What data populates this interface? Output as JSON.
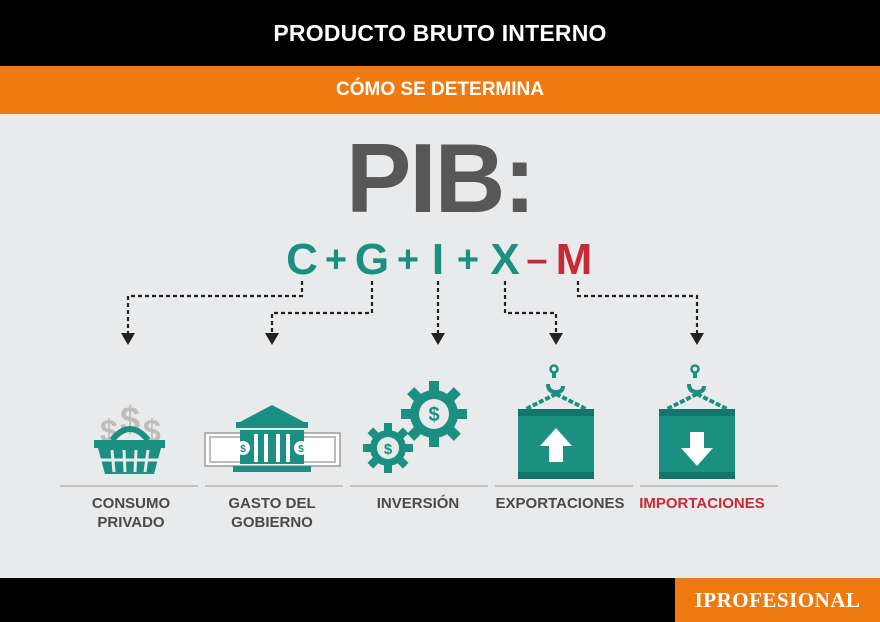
{
  "header": {
    "title": "PRODUCTO BRUTO INTERNO",
    "subtitle": "CÓMO SE DETERMINA"
  },
  "formula": {
    "heading": "PIB:",
    "terms": [
      {
        "symbol": "C"
      },
      {
        "symbol": "+"
      },
      {
        "symbol": "G"
      },
      {
        "symbol": "+"
      },
      {
        "symbol": "I"
      },
      {
        "symbol": "+"
      },
      {
        "symbol": "X"
      },
      {
        "symbol": "–"
      },
      {
        "symbol": "M"
      }
    ]
  },
  "components": [
    {
      "line1": "CONSUMO",
      "line2": "PRIVADO",
      "icon": "shopping-basket-money-icon"
    },
    {
      "line1": "GASTO DEL",
      "line2": "GOBIERNO",
      "icon": "government-building-money-icon"
    },
    {
      "line1": "INVERSIÓN",
      "line2": "",
      "icon": "gears-money-icon"
    },
    {
      "line1": "EXPORTACIONES",
      "line2": "",
      "icon": "crate-up-arrow-icon"
    },
    {
      "line1": "IMPORTACIONES",
      "line2": "",
      "icon": "crate-down-arrow-icon"
    }
  ],
  "colors": {
    "teal": "#1a8f82",
    "red": "#c52a36",
    "orange": "#ef7b10",
    "gray": "#575757"
  },
  "footer": {
    "brand": "IPROFESIONAL"
  }
}
